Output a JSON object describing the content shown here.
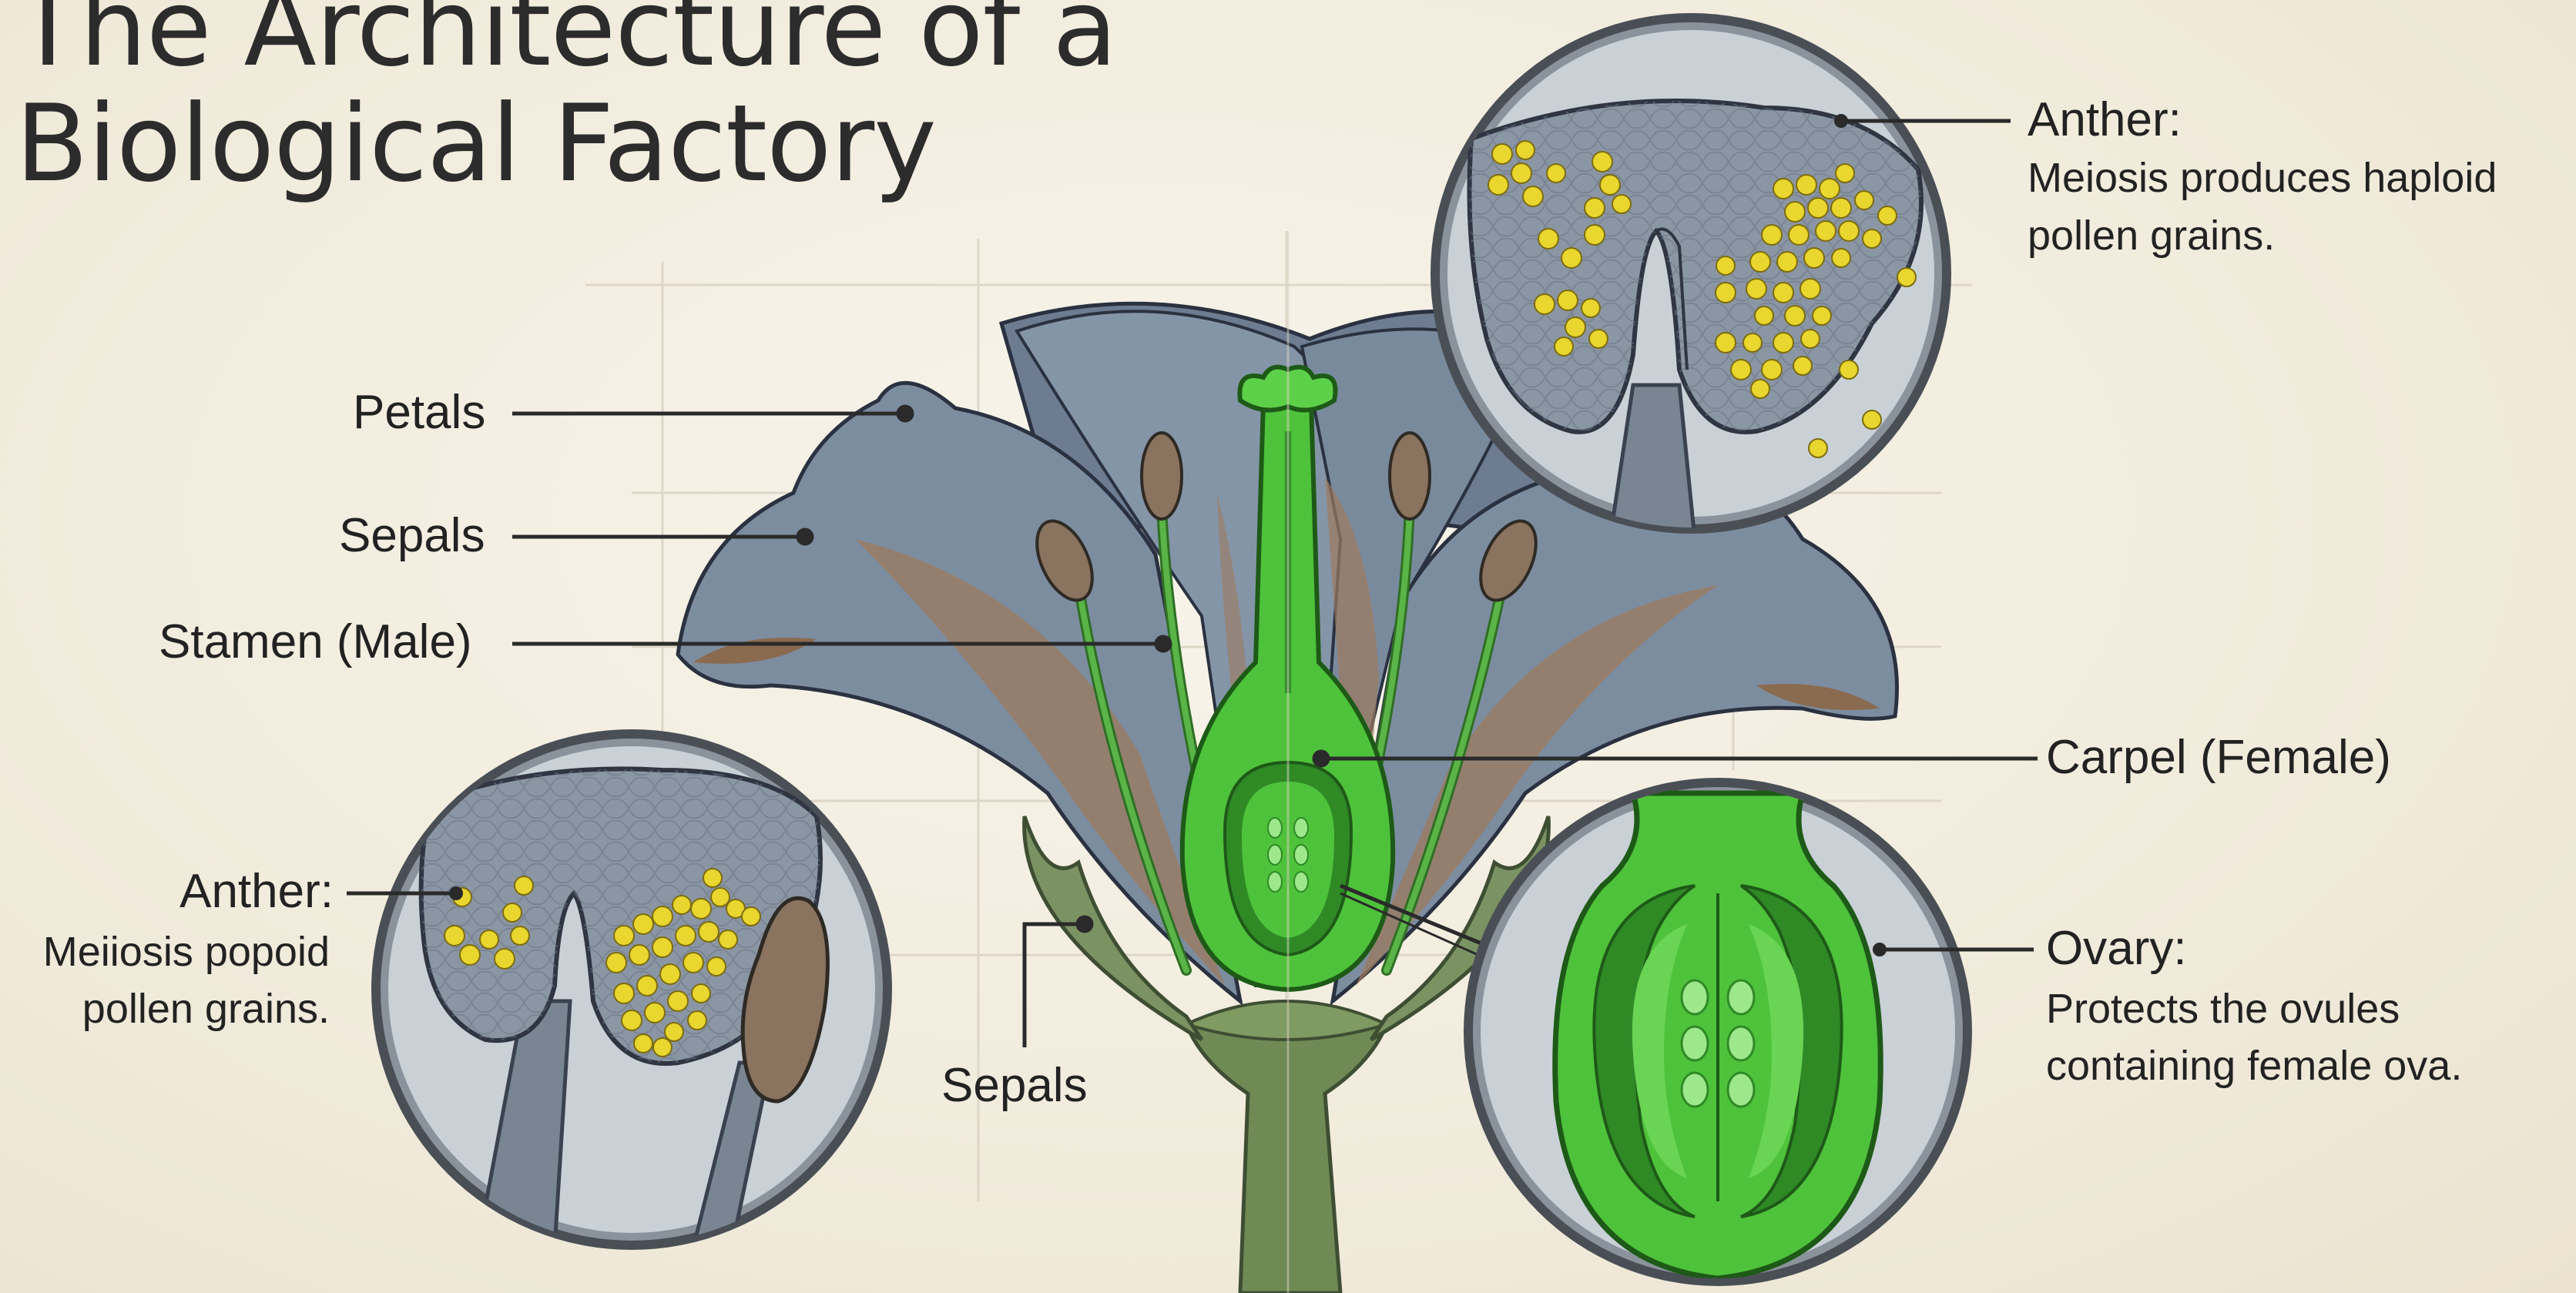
{
  "title": [
    "The Architecture of a",
    "Biological Factory"
  ],
  "labels": {
    "petals": "Petals",
    "sepals_upper": "Sepals",
    "stamen": "Stamen (Male)",
    "carpel": "Carpel (Female)",
    "sepals_lower": "Sepals"
  },
  "anther_top": {
    "heading": "Anther:",
    "lines": [
      "Meiosis produces haploid",
      "pollen grains."
    ]
  },
  "anther_bottom": {
    "heading": "Anther:",
    "lines": [
      "Meiiosis popoid",
      "pollen grains."
    ]
  },
  "ovary": {
    "heading": "Ovary:",
    "lines": [
      "Protects the ovules",
      "containing female ova."
    ]
  },
  "colors": {
    "background": "#f4efe2",
    "petal": "#7d8da0",
    "petal_dark": "#5e6e82",
    "petal_brown": "#9c7b5e",
    "carpel_green": "#4fc23b",
    "carpel_dark": "#2f8a26",
    "stalk_green": "#6f8a55",
    "pollen": "#e9d62e",
    "lens_bg": "#c9d0d6"
  },
  "icons": [
    "anther-magnifier",
    "ovary-magnifier"
  ]
}
